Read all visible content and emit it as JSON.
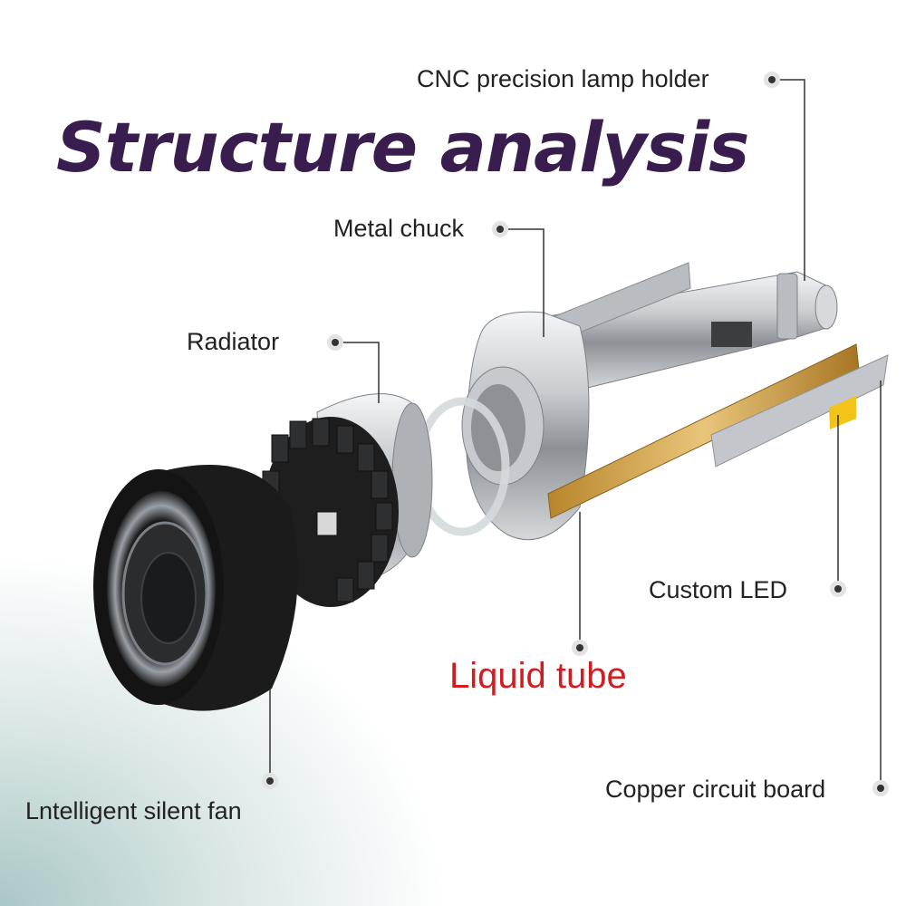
{
  "title": "Structure analysis",
  "labels": {
    "lamp_holder": "CNC precision lamp holder",
    "metal_chuck": "Metal chuck",
    "radiator": "Radiator",
    "custom_led": "Custom LED",
    "liquid_tube": "Liquid tube",
    "circuit_board": "Copper circuit board",
    "fan": "Lntelligent silent fan"
  },
  "colors": {
    "title": "#3a1d4f",
    "highlight_label": "#d01d22",
    "label": "#222222",
    "leader_line": "#333333"
  }
}
